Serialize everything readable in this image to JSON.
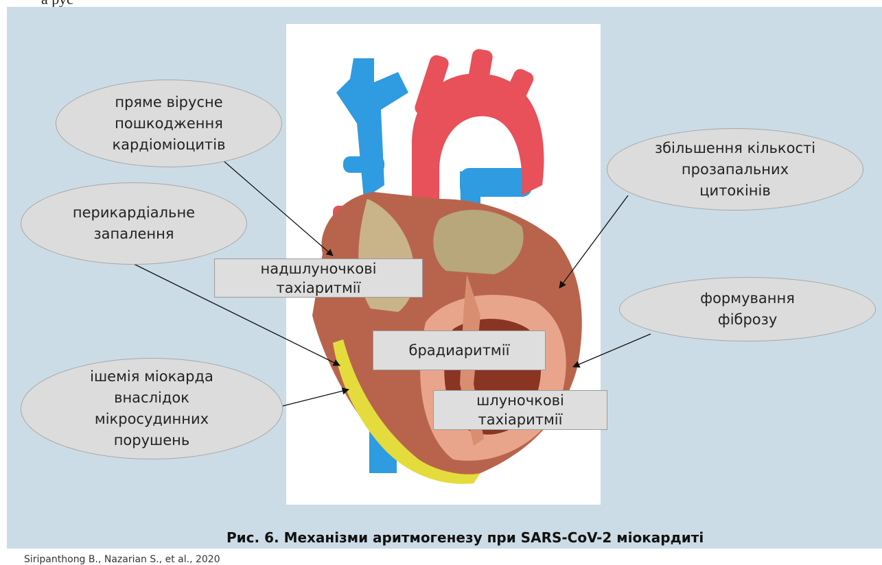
{
  "labels": {
    "direct_viral_damage": "пряме вірусне\nпошкодження\nкардіоміоцитів",
    "cytokines": "збільшення кількості\nпрозапальних\nцитокінів",
    "pericardial": "перикардіальне\nзапалення",
    "fibrosis": "формування\nфіброзу",
    "ischemia": "ішемія міокарда\nвнаслідок\nмікросудинних\nпорушень"
  },
  "boxes": {
    "supraventricular": "надшлуночкові\nтахіаритмії",
    "bradyarrhythmia": "брадиаритмії",
    "ventricular": "шлуночкові\nтахіаритмії"
  },
  "caption": "Рис. 6. Механізми аритмогенезу при SARS-CoV-2 міокардиті",
  "source": "Siripanthong B., Nazarian S., et al., 2020",
  "colors": {
    "background": "#ccdce6",
    "ellipse_fill": "#dcdcdc",
    "box_fill": "#dedede",
    "vein_blue": "#2f9be0",
    "artery_red": "#e8505a",
    "myocardium": "#b8644c",
    "fat_yellow": "#e4dc3c"
  }
}
